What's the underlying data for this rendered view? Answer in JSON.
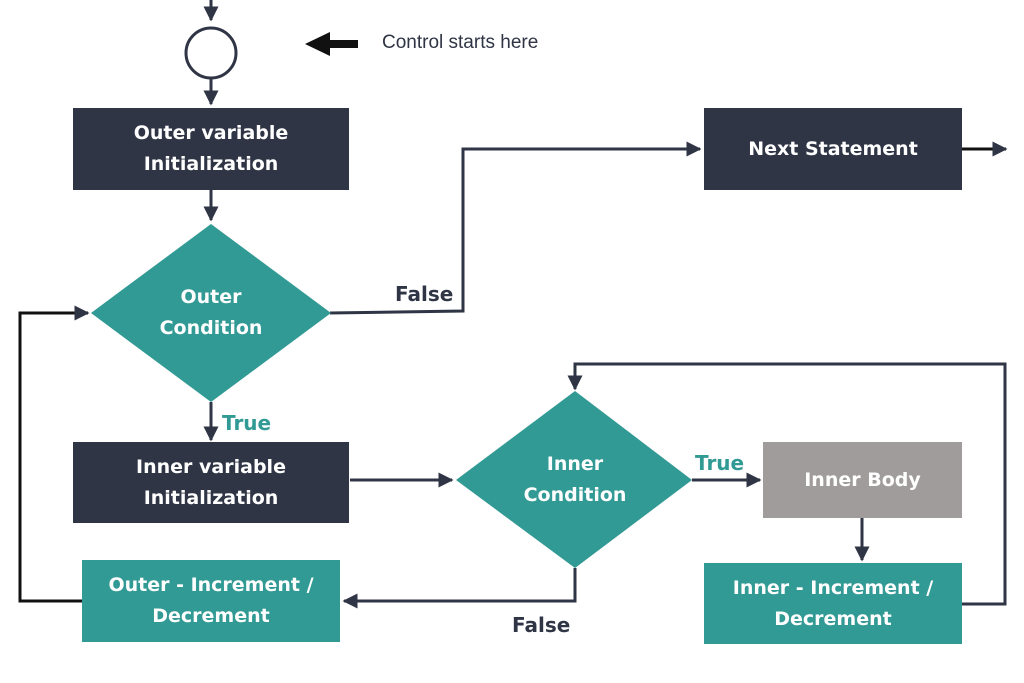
{
  "colors": {
    "dark": "#2f3545",
    "teal": "#329a94",
    "gray": "#a09c9c",
    "line": "#2f3545"
  },
  "annotation": {
    "text": "Control starts here",
    "arrow_icon": "left-arrow-icon"
  },
  "nodes": {
    "outer_init": "Outer variable\nInitialization",
    "next_statement": "Next Statement",
    "outer_condition": "Outer\nCondition",
    "inner_init": "Inner variable\nInitialization",
    "inner_condition": "Inner\nCondition",
    "inner_body": "Inner Body",
    "outer_increment": "Outer - Increment /\nDecrement",
    "inner_increment": "Inner - Increment /\nDecrement"
  },
  "edge_labels": {
    "outer_false": "False",
    "outer_true": "True",
    "inner_true": "True",
    "inner_false": "False"
  }
}
